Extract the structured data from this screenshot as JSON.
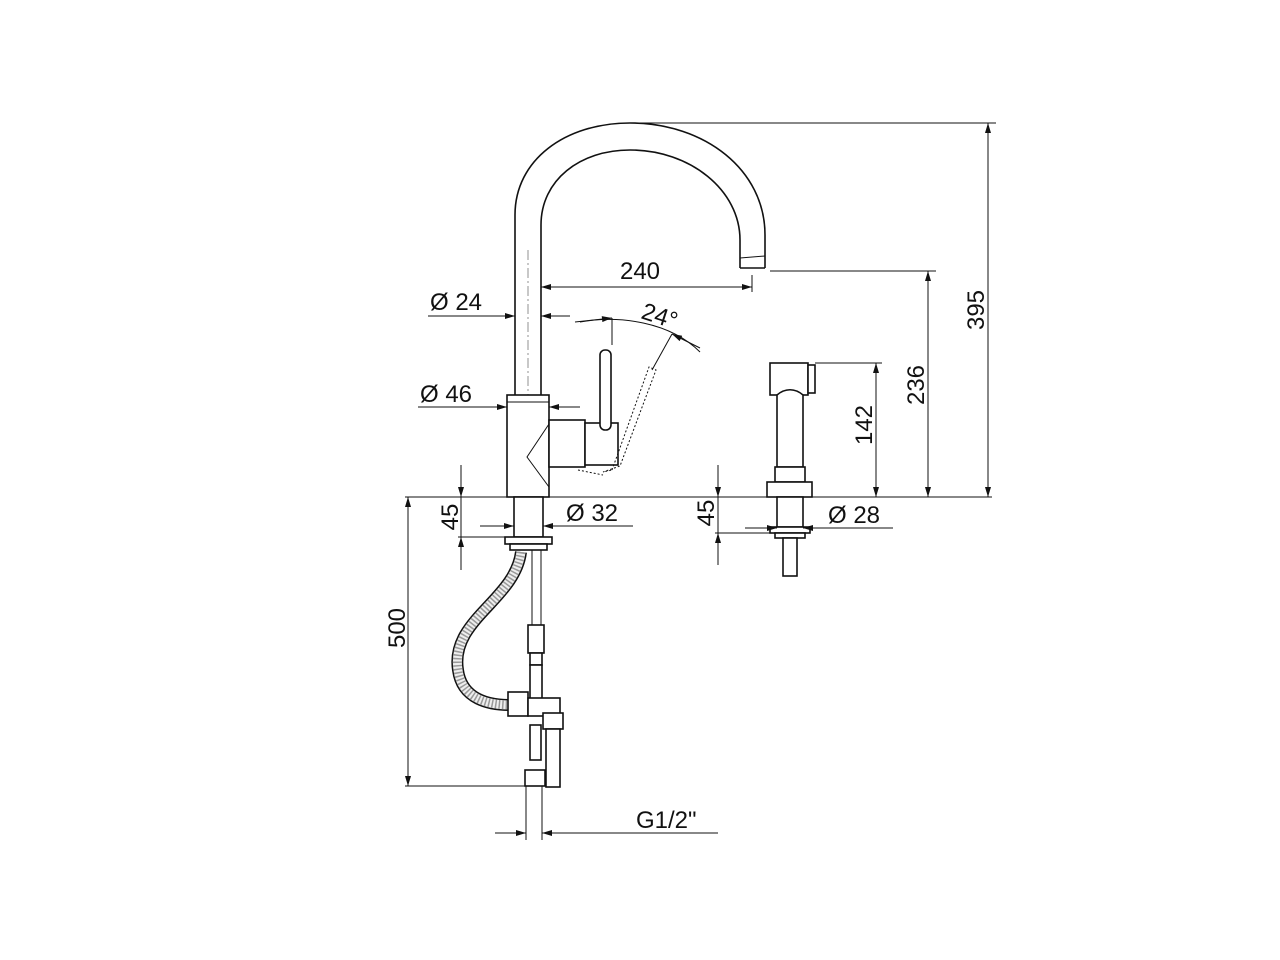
{
  "drawing": {
    "dimensions": {
      "height_total": "395",
      "spout_height": "236",
      "spray_height": "142",
      "spout_reach": "240",
      "spout_diameter": "Ø 24",
      "body_diameter": "Ø 46",
      "shank_diameter": "Ø 32",
      "spray_shank_diameter": "Ø 28",
      "lever_angle": "24°",
      "deck_thickness_left": "45",
      "deck_thickness_right": "45",
      "hose_length": "500",
      "connection_thread": "G1/2\""
    }
  }
}
